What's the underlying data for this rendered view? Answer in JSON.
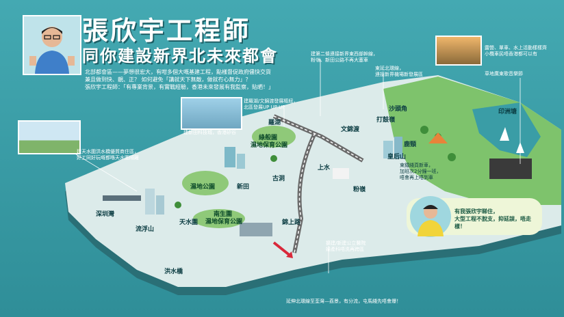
{
  "header": {
    "title": "張欣宇工程師",
    "subtitle": "同你建設新界北未來都會",
    "intro": [
      "北部都會區——夢想很宏大，有咁多個大嘅基建工程，點樣督促政府儘快交貨",
      "兼且做到快、靚、正？ 如何避免「講就天下無敵，做就冇心無力」？",
      "張欣宇工程師：「有專業背景，有實戰經驗，香港未來發展有我監察，貼晒！」"
    ]
  },
  "callouts": {
    "railway_north": [
      "建第二條連接新界東西部幹線，",
      "粉嶺、新田公路不再大塞車"
    ],
    "east_rail": [
      "東延北環線，",
      "連接新界機場新發展區"
    ],
    "leisure": [
      "露營、單車、水上活動樣樣齊",
      "小欖車民唔香港都可以有"
    ],
    "concert": "草地廣東歌音樂節",
    "lok_ma_chau": [
      "建羅湖/文錦渡發展樞紐，",
      "北區發展UP UP UP"
    ],
    "tech_city": "建新田科技城，香港矽谷",
    "tin_shui_wai": [
      "建天水圍洪水橋優質商住區，",
      "好工同好玩嘅都喺天水圍隔籬"
    ],
    "hospital": [
      "擴建/新建公立醫院",
      "婦產科唔洗再跨區"
    ],
    "bottom": "延伸北環線至荃灣—荔景，有分流，屯馬綫先唔會爆！",
    "east_rail_sub": [
      "東鐵綫頁新車，",
      "加班次2分鐘一班，",
      "唔會再上唔到車"
    ]
  },
  "places": {
    "lo_wu": "羅湖",
    "lok_ma_chau_park": "綠般園",
    "lok_ma_chau_park2": "濕地保育公園",
    "man_kam_to": "文錦渡",
    "sha_tau_kok": "沙頭角",
    "ta_kwu_ling": "打鼓嶺",
    "lu_keng": "鹿頸",
    "yan_chau_tong": "印洲塘",
    "wong_chuk_yeung": "皇后山",
    "san_tin": "新田",
    "ku_tung": "古洞",
    "sheung_shui": "上水",
    "fanling": "粉嶺",
    "wetland_park": "濕地公園",
    "shenzhen_bay": "深圳灣",
    "lau_fau_shan": "流浮山",
    "tin_shui_wai": "天水圍",
    "nam_sang_wai1": "南生圍",
    "nam_sang_wai2": "濕地保育公園",
    "kam_sheung_road": "錦上路",
    "hung_shui_kiu": "洪水橋"
  },
  "bubble": {
    "line1": "有我張欣宇睇住，",
    "line2": "大型工程不脫支，抑延誤，唔走樣！"
  },
  "colors": {
    "sea": "#3a9da6",
    "land": "#d8e8e8",
    "green": "#7ec36c",
    "accent": "#d9283a"
  }
}
